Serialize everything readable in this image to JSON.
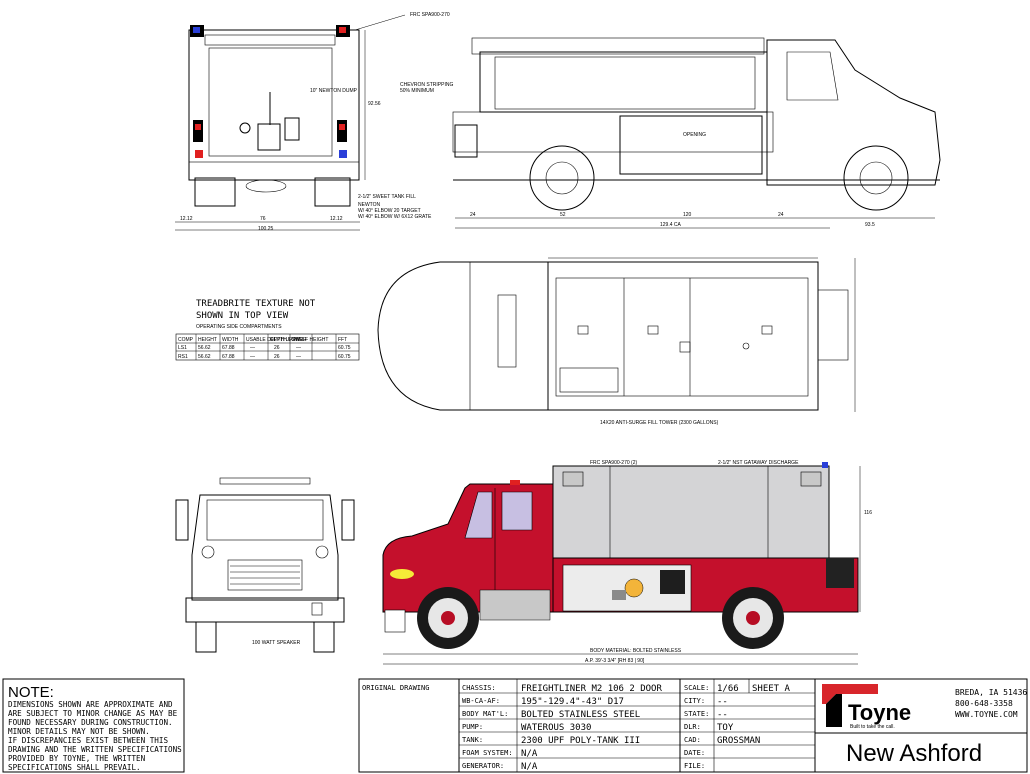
{
  "callouts": {
    "rear_top": "FRC SPA900-270",
    "chevron": "CHEVRON STRIPPING",
    "chevron2": "50% MINIMUM",
    "dump_valve": "10\" NEWTON DUMP",
    "fill": "2-1/2\" SWEET TANK FILL",
    "fill2": "NEWTON",
    "fill3": "W/ 40° ELBOW 20 TARGET",
    "fill4": "W/ 40° ELBOW W/ 6X12 GRATE",
    "side_opening": "OPENING",
    "top_fill_tower": "14X20 ANTI-SURGE FILL TOWER (2300 GALLONS)",
    "top_lights": "FRC SPA900-270 (2)",
    "top_exhaust": "2-1/2\" NST GATAWAY DISCHARGE",
    "front_light": "100 WATT SPEAKER",
    "body_material": "BODY MATERIAL: BOLTED STAINLESS",
    "ap_len": "A.P. 39'-3 3/4\" [RH 83 | 90]"
  },
  "treadbrite": {
    "line1": "TREADBRITE TEXTURE NOT",
    "line2": "SHOWN IN TOP VIEW",
    "table_caption": "OPERATING SIDE COMPARTMENTS",
    "headers": [
      "COMP",
      "HEIGHT",
      "WIDTH",
      "USABLE DEPTH UPPER",
      "DEPTH LOWER",
      "SHELF HEIGHT",
      "FFT"
    ],
    "rows": [
      [
        "LS1",
        "56.62",
        "67.88",
        "—",
        "26",
        "—",
        "60.75"
      ],
      [
        "RS1",
        "56.62",
        "67.88",
        "—",
        "26",
        "—",
        "60.75"
      ]
    ]
  },
  "note": {
    "title": "NOTE:",
    "lines": [
      "DIMENSIONS SHOWN ARE APPROXIMATE AND",
      "ARE SUBJECT TO MINOR CHANGE AS MAY BE",
      "FOUND NECESSARY DURING CONSTRUCTION.",
      "MINOR DETAILS MAY NOT BE SHOWN.",
      "IF DISCREPANCIES EXIST BETWEEN THIS",
      "DRAWING AND THE WRITTEN SPECIFICATIONS",
      "PROVIDED BY TOYNE, THE WRITTEN",
      "SPECIFICATIONS SHALL PREVAIL."
    ]
  },
  "title_block": {
    "original_drawing": "ORIGINAL DRAWING",
    "rows": [
      {
        "label": "CHASSIS:",
        "value": "FREIGHTLINER M2 106 2 DOOR"
      },
      {
        "label": "WB-CA-AF:",
        "value": "195\"-129.4\"-43\"  D17"
      },
      {
        "label": "BODY MAT'L:",
        "value": "BOLTED STAINLESS STEEL"
      },
      {
        "label": "PUMP:",
        "value": "WATEROUS 3030"
      },
      {
        "label": "TANK:",
        "value": "2300 UPF POLY-TANK III"
      },
      {
        "label": "FOAM SYSTEM:",
        "value": "N/A"
      },
      {
        "label": "GENERATOR:",
        "value": "N/A"
      }
    ],
    "right_rows": [
      {
        "label": "SCALE:",
        "value": "1/66"
      },
      {
        "label": "CITY:",
        "value": "--"
      },
      {
        "label": "STATE:",
        "value": "--"
      },
      {
        "label": "DLR:",
        "value": "TOY"
      },
      {
        "label": "CAD:",
        "value": "GROSSMAN"
      },
      {
        "label": "DATE:",
        "value": ""
      },
      {
        "label": "FILE:",
        "value": ""
      }
    ],
    "sheet": "SHEET A"
  },
  "company": {
    "name": "Toyne",
    "tagline": "Built to take the call.",
    "address1": "BREDA, IA 51436",
    "phone": "800-648-3358",
    "web": "WWW.TOYNE.COM",
    "project": "New Ashford"
  },
  "colors": {
    "cab_red": "#c4102c",
    "body_gray": "#d4d4d6",
    "glass": "#c7bfe2",
    "logo_red": "#d8262b",
    "beacon_blue": "#2a3fd8",
    "beacon_red": "#e02020",
    "marker_yellow": "#f5ea38"
  }
}
